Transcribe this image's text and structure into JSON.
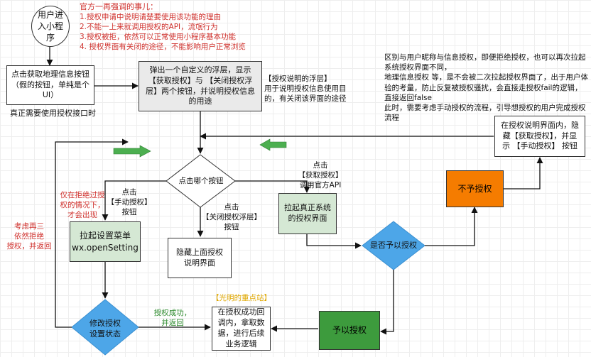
{
  "nodes": {
    "start": "用户进\n入小程\n序",
    "click_location": "点击获取地理信息按钮\n（假的按钮，单纯是个\nUI）",
    "popup": "弹出一个自定义的浮层，显示\n【获取授权】与 【关闭授权浮\n层】两个按钮，并说明授权信息\n的用途",
    "which_button": "点击哪个按钮",
    "open_setting": "拉起设置菜单\nwx.openSetting",
    "hide_popup": "隐藏上面授权\n说明界面",
    "system_auth": "拉起真正系统\n的授权界面",
    "granted_q": "是否予以授权",
    "deny": "不予授权",
    "grant": "予以授权",
    "modify_status": "修改授权\n设置状态",
    "success_cb": "在授权成功回\n调内，拿取数\n据，进行后续\n业务逻辑",
    "hide_show_manual": "在授权说明界面内，隐\n藏【获取授权】，并显\n示 【手动授权】 按钮"
  },
  "notes": {
    "official_title": "官方一再强调的事儿：",
    "official_1": "1.授权申请中说明请楚要使用该功能的理由",
    "official_2": "2.不能一上来就调用授权的API，流氓行为",
    "official_3": "3.授权被拒，依然可以正常使用小程序基本功能",
    "official_4": "4. 授权界面有关闭的途径，不能影响用户正常浏览",
    "real_need": "真正需要使用授权接口时",
    "auth_desc": "【授权说明的浮层】\n用于说明授权信息使用目\n的，有关闭该界面的途径",
    "difference": "区别与用户昵称与信息授权，即便拒绝授权，也可以再次拉起\n系统授权界面不同，\n地理信息授权 等，是不会被二次拉起授权界面了，出于用户体\n验的考量，防止反复被授权骚扰，会直接走授权fail的逻辑，\n直接返回false\n此时，需要考虑手动授权的流程，引导想授权的用户完成授权\n流程",
    "click_get": "点击\n【获取授权】\n调用官方API",
    "click_manual": "点击\n【手动授权】\n按钮",
    "click_close": "点击\n【关闭授权浮层】\n按钮",
    "only_after_deny": "仅在拒绝过授\n权的情况下，\n才会出现",
    "consider_deny": "考虑再三\n依然拒绝\n授权，并返回",
    "watermark": "【光明的重点站】",
    "auth_success": "授权成功，\n并返回"
  },
  "colors": {
    "gray_fill": "#eaeaea",
    "light_green": "#d5e8d4",
    "dark_green": "#3d9b3d",
    "orange": "#f57c00",
    "diamond_blue": "#4da6e8",
    "red_text": "#d0312d",
    "gold_text": "#e0a800",
    "green_text": "#2e8b2e",
    "arrow_green": "#4caf50"
  }
}
